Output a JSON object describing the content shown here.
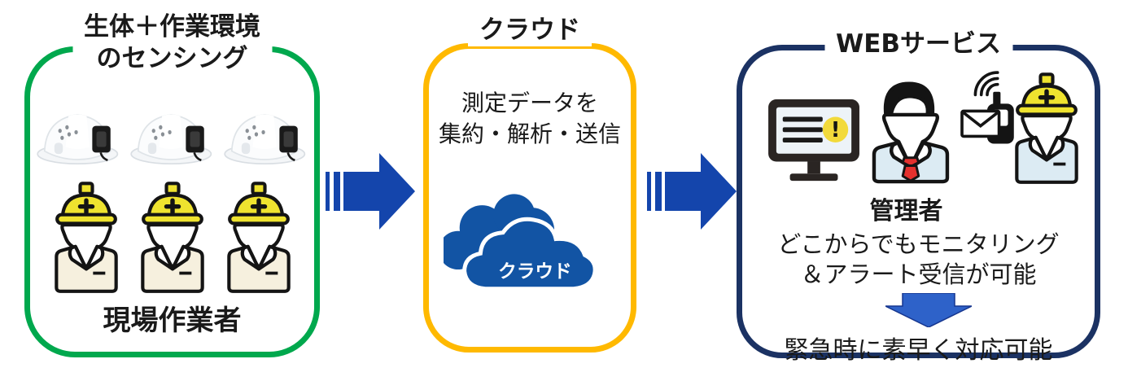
{
  "colors": {
    "left_box_border": "#00A84D",
    "middle_box_border": "#FFB900",
    "right_box_border": "#1B3263",
    "flow_arrow": "#1445AC",
    "down_arrow": "#2E62C9",
    "cloud_blue": "#1254A4",
    "alert_yellow": "#F2DA3B",
    "tie_red": "#E4312E",
    "hard_hat_yellow": "#EFE32F"
  },
  "left_box": {
    "title_line1": "生体＋作業環境",
    "title_line2": "のセンシング",
    "caption": "現場作業者",
    "helmet_count": 3,
    "worker_count": 3
  },
  "middle_box": {
    "title": "クラウド",
    "description_line1": "測定データを",
    "description_line2": "集約・解析・送信",
    "cloud_label": "クラウド"
  },
  "right_box": {
    "title": "WEBサービス",
    "manager_caption": "管理者",
    "monitoring_line1": "どこからでもモニタリング",
    "monitoring_line2": "＆アラート受信が可能",
    "emergency_caption": "緊急時に素早く対応可能",
    "alert_mark": "!"
  },
  "icons": {
    "helmet": "sensor-helmet-icon",
    "worker": "hardhat-worker-icon",
    "monitor": "alert-monitor-icon",
    "manager": "manager-person-icon",
    "phone": "mail-phone-icon",
    "cloud": "cloud-icon",
    "flow_arrow": "striped-right-arrow-icon",
    "down_arrow": "down-arrow-icon"
  }
}
